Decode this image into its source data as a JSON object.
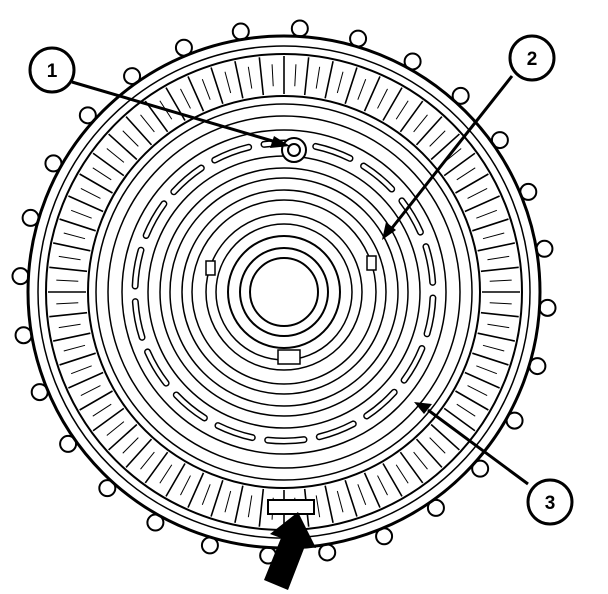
{
  "diagram": {
    "colors": {
      "ink": "#000000",
      "paper": "#ffffff"
    },
    "callouts": [
      {
        "label": "1"
      },
      {
        "label": "2"
      },
      {
        "label": "3"
      }
    ],
    "indicator": {
      "icon": "bold-arrow-up-icon"
    }
  }
}
